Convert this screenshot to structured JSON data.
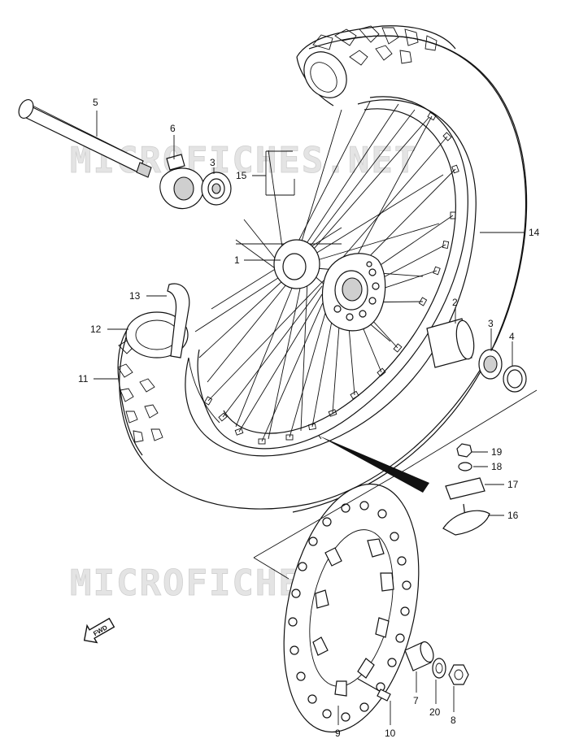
{
  "watermark": "MICROFICHES.NET",
  "fwd_label": "FWD",
  "labels": {
    "p1": "1",
    "p2": "2",
    "p3a": "3",
    "p3b": "3",
    "p4": "4",
    "p5": "5",
    "p6": "6",
    "p7": "7",
    "p8": "8",
    "p9": "9",
    "p10": "10",
    "p11": "11",
    "p12": "12",
    "p13": "13",
    "p14": "14",
    "p15": "15",
    "p16": "16",
    "p17": "17",
    "p18": "18",
    "p19": "19",
    "p20": "20"
  }
}
